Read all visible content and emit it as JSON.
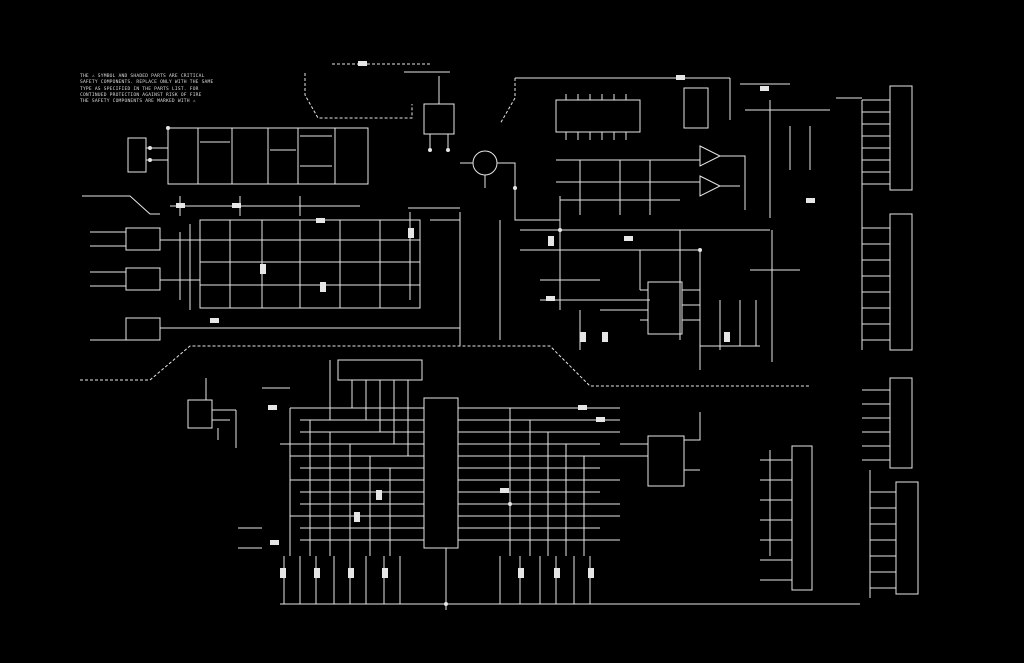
{
  "notice": {
    "lines": [
      "THE ⚠ SYMBOL AND SHADED PARTS ARE CRITICAL",
      "SAFETY COMPONENTS. REPLACE ONLY WITH THE SAME",
      "TYPE AS SPECIFIED IN THE PARTS LIST. FOR",
      "CONTINUED PROTECTION AGAINST RISK OF FIRE",
      "THE SAFETY COMPONENTS ARE MARKED WITH ⚠"
    ]
  },
  "colors": {
    "background": "#000000",
    "trace": "#e6e6e6",
    "text": "#dddddd"
  }
}
